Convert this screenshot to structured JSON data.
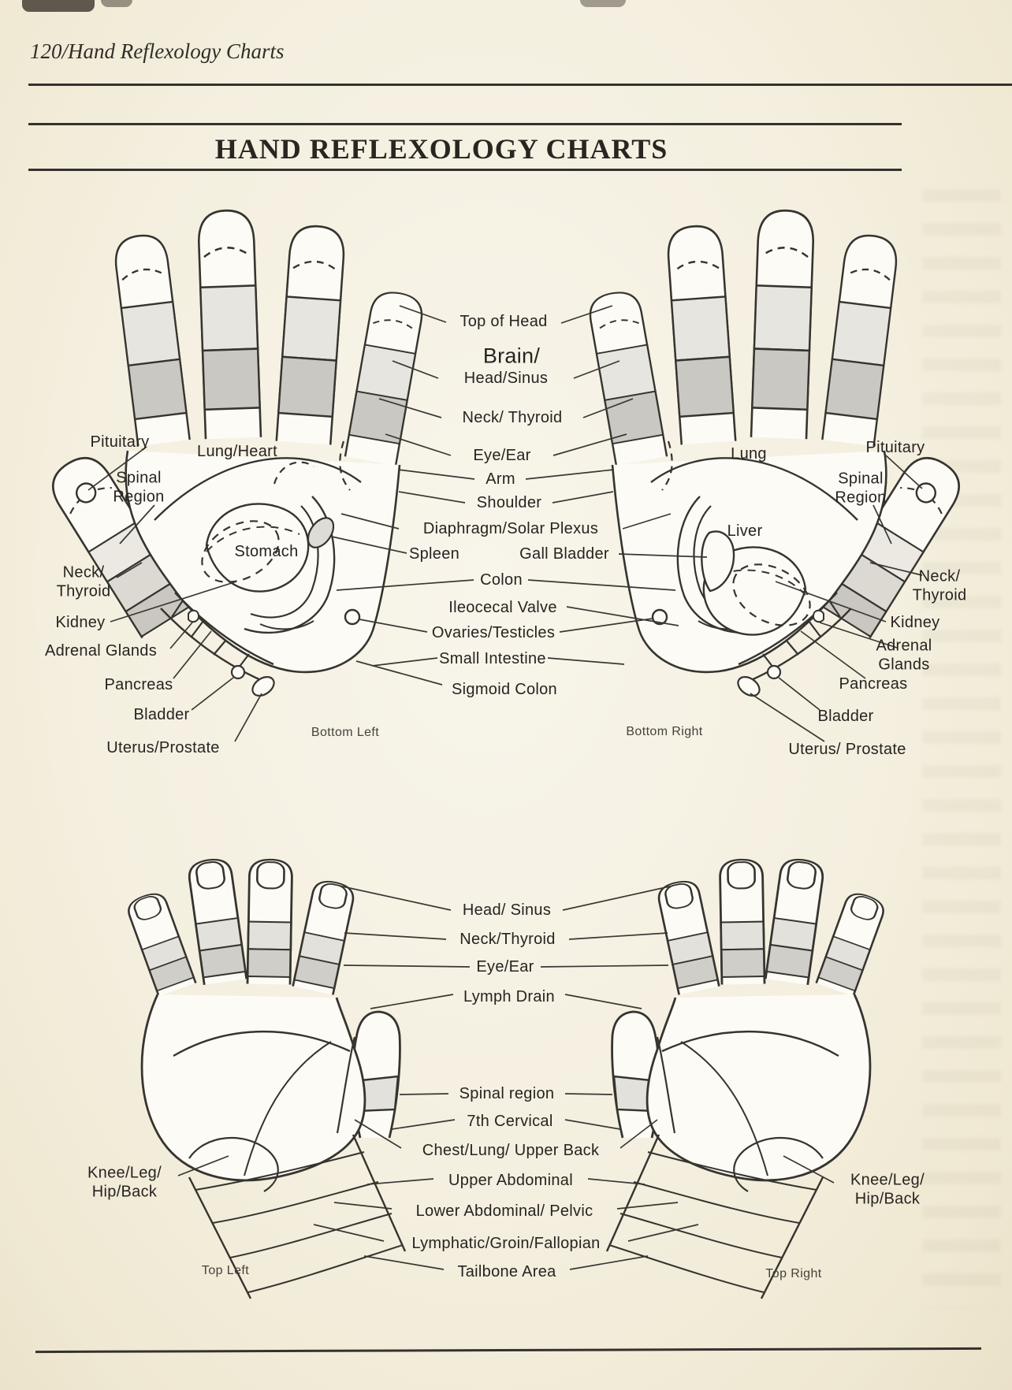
{
  "page": {
    "running_header": "120/Hand Reflexology Charts",
    "title": "HAND REFLEXOLOGY CHARTS"
  },
  "palm": {
    "left": {
      "pituitary": "Pituitary",
      "spinal": "Spinal\nRegion",
      "lung_heart": "Lung/Heart",
      "stomach": "Stomach",
      "neck": "Neck/\nThyroid",
      "kidney": "Kidney",
      "adrenal": "Adrenal Glands",
      "pancreas": "Pancreas",
      "bladder": "Bladder",
      "uterus": "Uterus/Prostate",
      "caption": "Bottom Left"
    },
    "center": {
      "top_of_head": "Top of Head",
      "brain": "Brain/",
      "head_sinus": "Head/Sinus",
      "neck_thyroid": "Neck/ Thyroid",
      "eye_ear": "Eye/Ear",
      "arm": "Arm",
      "shoulder": "Shoulder",
      "diaphragm": "Diaphragm/Solar Plexus",
      "spleen": "Spleen",
      "gall_bladder": "Gall Bladder",
      "colon": "Colon",
      "ileocecal": "Ileocecal Valve",
      "ovaries": "Ovaries/Testicles",
      "small_intestine": "Small Intestine",
      "sigmoid": "Sigmoid Colon"
    },
    "right": {
      "lung": "Lung",
      "pituitary": "Pituitary",
      "spinal": "Spinal\nRegion",
      "liver": "Liver",
      "neck": "Neck/\nThyroid",
      "kidney": "Kidney",
      "adrenal": "Adrenal Glands",
      "pancreas": "Pancreas",
      "bladder": "Bladder",
      "uterus": "Uterus/ Prostate",
      "caption": "Bottom Right"
    }
  },
  "back": {
    "center": {
      "head_sinus": "Head/ Sinus",
      "neck_thyroid": "Neck/Thyroid",
      "eye_ear": "Eye/Ear",
      "lymph": "Lymph Drain",
      "spinal": "Spinal region",
      "cervical": "7th Cervical",
      "chest": "Chest/Lung/ Upper Back",
      "upper_abd": "Upper Abdominal",
      "lower_abd": "Lower Abdominal/ Pelvic",
      "lymphatic": "Lymphatic/Groin/Fallopian",
      "tailbone": "Tailbone Area"
    },
    "left": {
      "knee": "Knee/Leg/\nHip/Back",
      "caption": "Top Left"
    },
    "right": {
      "knee": "Knee/Leg/\nHip/Back",
      "caption": "Top Right"
    }
  },
  "colors": {
    "page_bg": "#f4efdf",
    "ink": "#36342f",
    "band_light": "#e6e5e0",
    "band_dark": "#c9c8c2"
  }
}
